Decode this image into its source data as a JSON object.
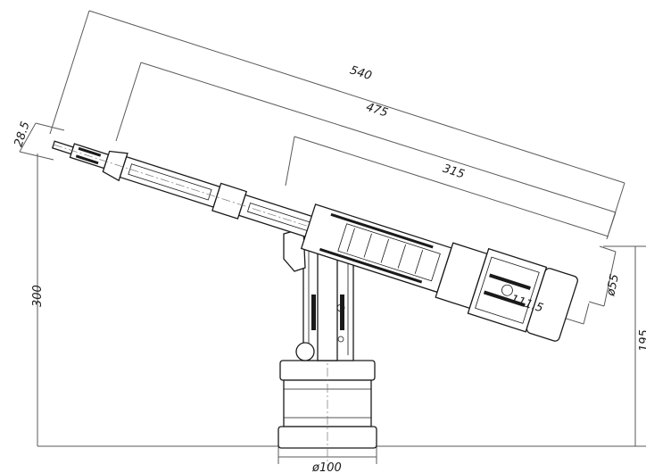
{
  "dimensions": {
    "overall_length": "540",
    "body_length": "475",
    "cylinder_length": "315",
    "nose_dia": "28.5",
    "total_height": "300",
    "cylinder_dia": "ø55",
    "cylinder_end": "111.5",
    "base_dia": "ø100",
    "right_height": "195"
  }
}
